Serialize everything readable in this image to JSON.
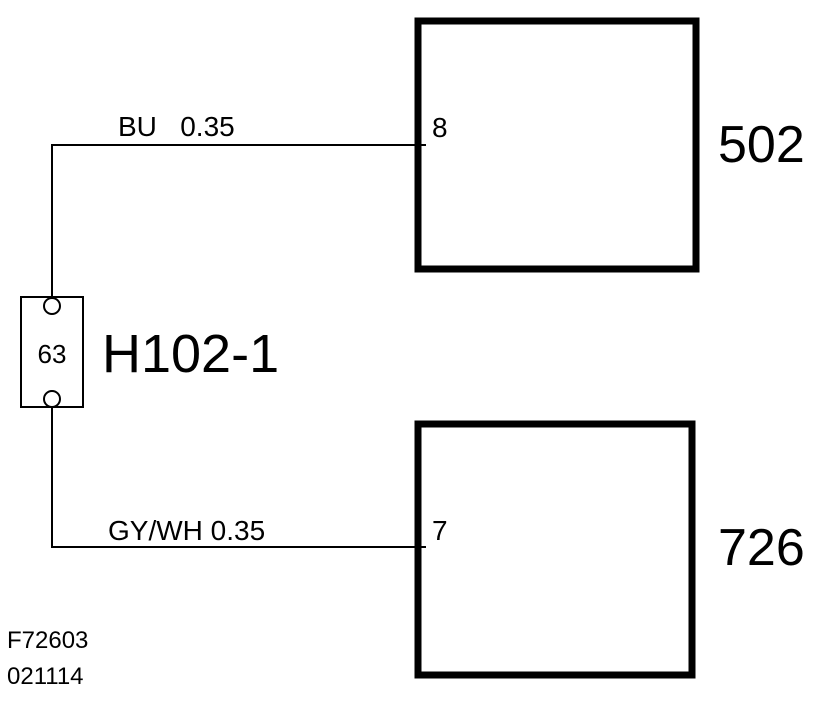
{
  "top_wire": {
    "label": "BU   0.35"
  },
  "bottom_wire": {
    "label": "GY/WH 0.35"
  },
  "module_top": {
    "id": "502",
    "pin": "8"
  },
  "module_bottom": {
    "id": "726",
    "pin": "7"
  },
  "connector": {
    "id": "H102-1",
    "pin": "63"
  },
  "footer": {
    "code": "F72603",
    "date": "021114"
  },
  "colors": {
    "line": "#000000",
    "background": "#ffffff"
  }
}
